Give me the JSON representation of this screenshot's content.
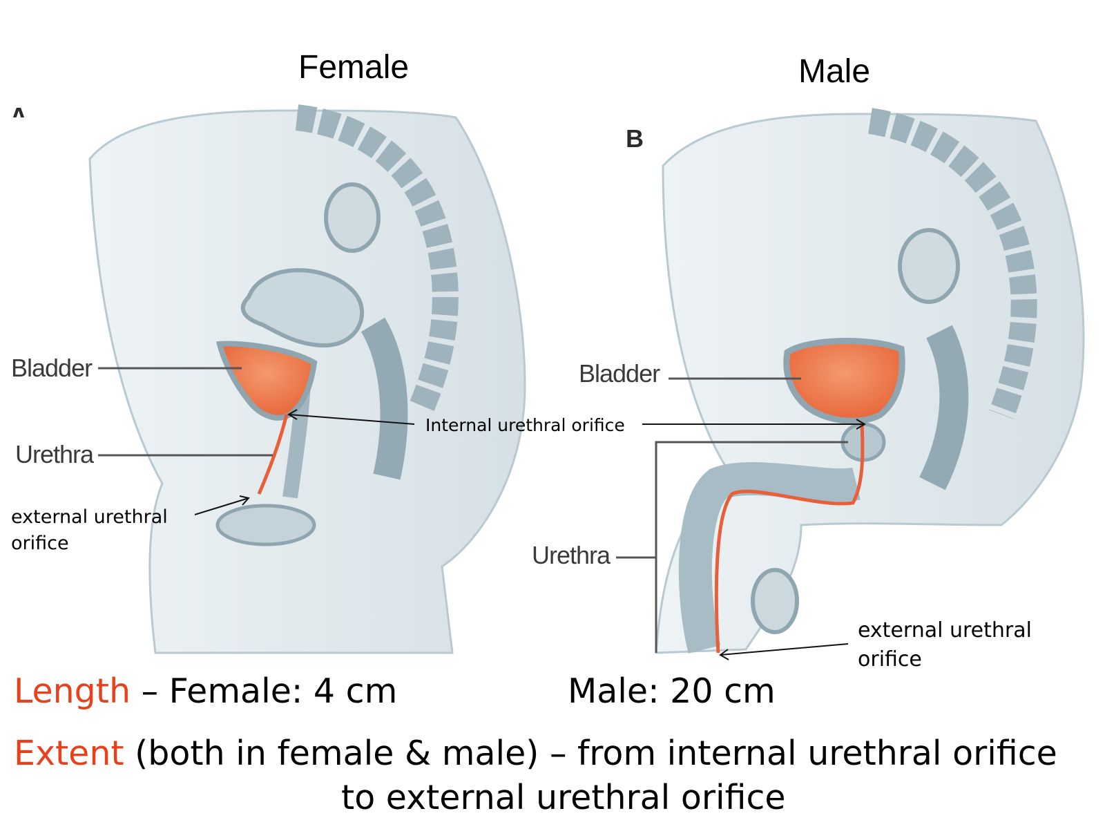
{
  "titles": {
    "female": "Female",
    "male": "Male"
  },
  "panels": {
    "female_letter": "A",
    "male_letter": "B"
  },
  "labels": {
    "female_bladder": "Bladder",
    "female_urethra": "Urethra",
    "female_external": "external urethral\norifice",
    "internal_orifice": "Internal urethral orifice",
    "male_bladder": "Bladder",
    "male_urethra": "Urethra",
    "male_external": "external urethral\norifice"
  },
  "length": {
    "term": "Length",
    "female": " – Female: 4 cm",
    "male": "Male: 20 cm"
  },
  "extent": {
    "term": "Extent",
    "line1_rest": " (both in female & male) – from internal urethral orifice",
    "line2": "to external urethral orifice"
  },
  "colors": {
    "accent": "#e8401c",
    "organ": "#f0845a",
    "tissue": "#d9e3e8",
    "tissue_dark": "#a9bcc6"
  }
}
